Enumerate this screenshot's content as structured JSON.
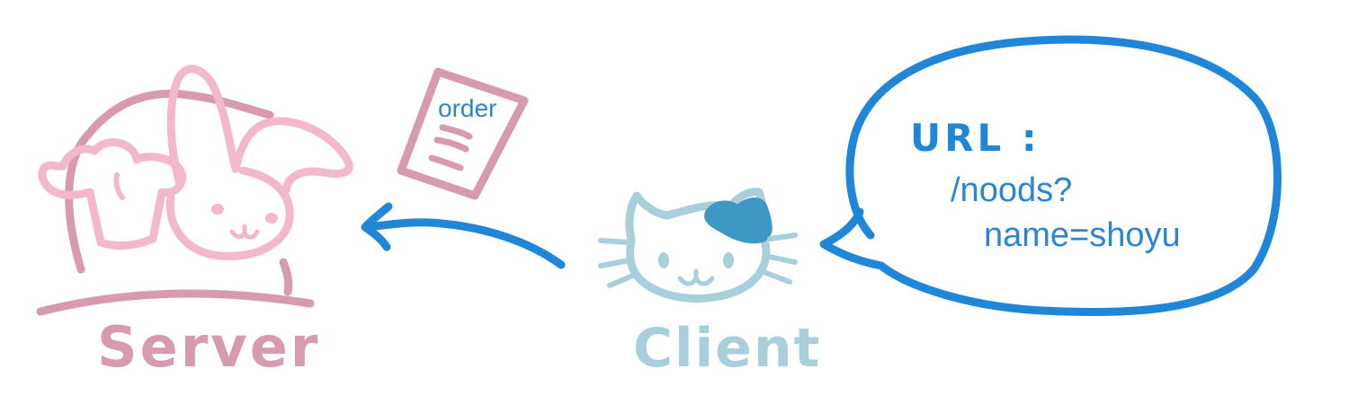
{
  "labels": {
    "server": "Server",
    "client": "Client",
    "order": "order",
    "url_label": "URL :",
    "url_path": "/noods?",
    "url_query": "name=shoyu"
  },
  "colors": {
    "server_pink": "#d79ab0",
    "bunny_pink": "#f4b8cd",
    "client_blue": "#a9cfdd",
    "patch_blue": "#3f97c3",
    "arrow_blue": "#1f86d8",
    "text_blue": "#2a86d4"
  },
  "icons": {
    "server": "bunny-chef-icon",
    "client": "cat-icon",
    "order": "order-ticket-icon",
    "arrow": "arrow-left-icon",
    "bubble": "speech-bubble-icon"
  }
}
